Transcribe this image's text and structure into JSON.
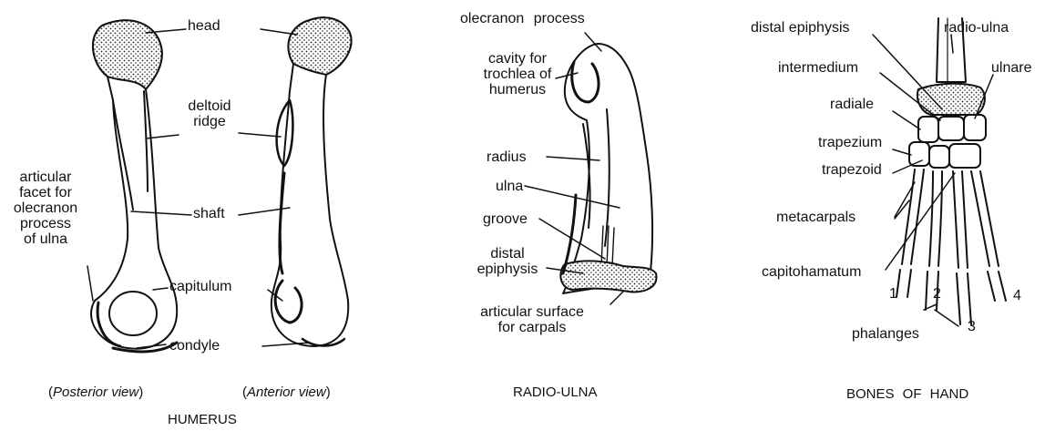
{
  "humerus": {
    "labels": {
      "head": "head",
      "deltoid_ridge": "deltoid\nridge",
      "articular_facet": "articular\nfacet for\nolecranon\nprocess\nof ulna",
      "shaft": "shaft",
      "capitulum": "capitulum",
      "condyle": "condyle"
    },
    "views": {
      "posterior": "Posterior view",
      "anterior": "Anterior view"
    },
    "caption": "HUMERUS"
  },
  "radio_ulna": {
    "labels": {
      "olecranon_process": "olecranon process",
      "cavity_for_trochlea": "cavity for\ntrochlea of\nhumerus",
      "radius": "radius",
      "ulna": "ulna",
      "groove": "groove",
      "distal_epiphysis": "distal\nepiphysis",
      "articular_surface": "articular surface\nfor carpals"
    },
    "caption": "RADIO-ULNA"
  },
  "hand": {
    "labels": {
      "distal_epiphysis": "distal epiphysis",
      "radio_ulna": "radio-ulna",
      "intermedium": "intermedium",
      "ulnare": "ulnare",
      "radiale": "radiale",
      "trapezium": "trapezium",
      "trapezoid": "trapezoid",
      "metacarpals": "metacarpals",
      "capitohamatum": "capitohamatum",
      "phalanges": "phalanges"
    },
    "digits": [
      "1",
      "2",
      "3",
      "4"
    ],
    "caption": "BONES OF HAND"
  }
}
